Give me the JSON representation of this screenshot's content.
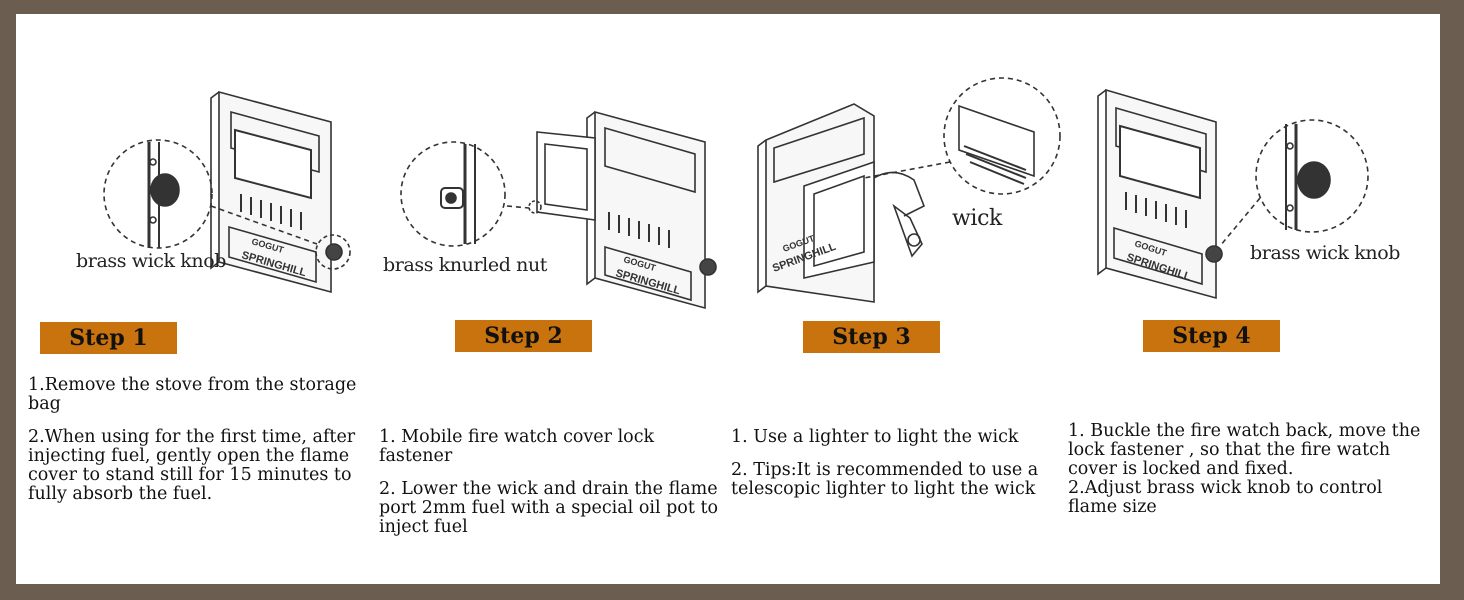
{
  "steps": [
    {
      "label": "Step 1",
      "caption": "brass wick knob",
      "plate_line1": "GOGUT",
      "plate_line2": "SPRINGHILL",
      "instructions": [
        "1.Remove the stove from the storage bag",
        "2.When using for the first time, after injecting fuel, gently open the flame cover to stand still for 15 minutes to fully absorb the fuel."
      ]
    },
    {
      "label": "Step 2",
      "caption": "brass knurled nut",
      "plate_line1": "GOGUT",
      "plate_line2": "SPRINGHILL",
      "instructions": [
        "1. Mobile fire watch cover lock fastener",
        "2. Lower the wick and drain the flame port 2mm fuel with a special oil pot to inject fuel"
      ]
    },
    {
      "label": "Step 3",
      "caption": "wick",
      "plate_line1": "GOGUT",
      "plate_line2": "SPRINGHILL",
      "instructions": [
        "1. Use a lighter to light the wick",
        "2. Tips:It is recommended to use a telescopic lighter to light the wick"
      ]
    },
    {
      "label": "Step 4",
      "caption": "brass wick knob",
      "plate_line1": "GOGUT",
      "plate_line2": "SPRINGHILL",
      "instructions": [
        "1. Buckle the fire watch back, move the lock fastener , so that the fire watch cover is locked and fixed.",
        "2.Adjust brass wick knob to control flame size"
      ]
    }
  ],
  "colors": {
    "badge": "#c8730e",
    "frame": "#6b5e50",
    "line": "#333333"
  }
}
